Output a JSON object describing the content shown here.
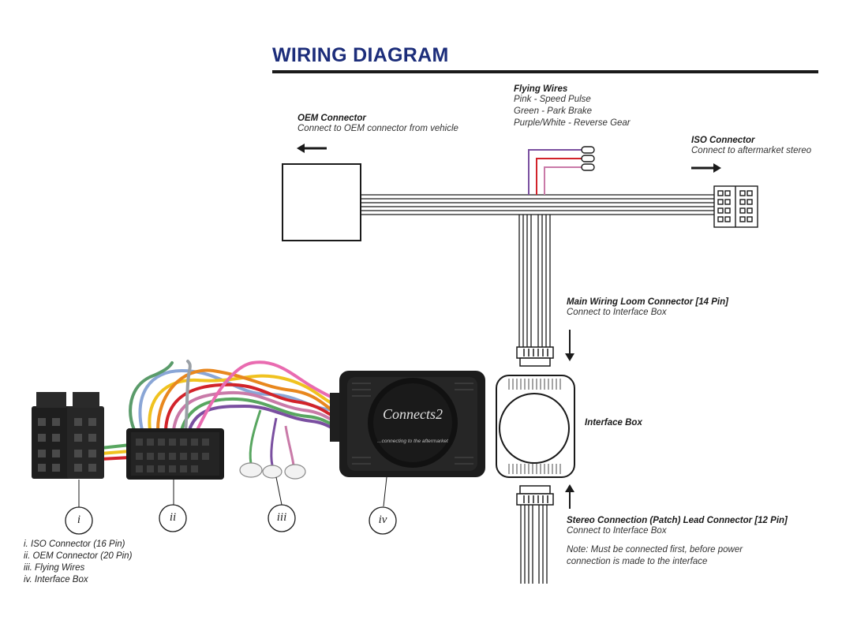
{
  "title": "WIRING DIAGRAM",
  "flying_wires": {
    "heading": "Flying Wires",
    "lines": [
      "Pink - Speed Pulse",
      "Green - Park Brake",
      "Purple/White - Reverse Gear"
    ]
  },
  "oem_connector": {
    "heading": "OEM Connector",
    "desc": "Connect to OEM connector from vehicle"
  },
  "iso_connector": {
    "heading": "ISO Connector",
    "desc": "Connect to aftermarket stereo"
  },
  "main_loom": {
    "heading": "Main Wiring Loom Connector [14 Pin]",
    "desc": "Connect to Interface Box"
  },
  "interface_box": {
    "label": "Interface Box"
  },
  "stereo_lead": {
    "heading": "Stereo Connection (Patch) Lead Connector [12 Pin]",
    "desc": "Connect to Interface Box",
    "note_1": "Note: Must be connected first, before power",
    "note_2": "connection is made to the interface"
  },
  "callouts": [
    "i",
    "ii",
    "iii",
    "iv"
  ],
  "legend": [
    "i. ISO Connector (16 Pin)",
    "ii. OEM Connector (20 Pin)",
    "iii. Flying Wires",
    "iv. Interface Box"
  ],
  "product": {
    "logo": "Connects2",
    "tagline": "...connecting to the aftermarket"
  },
  "colors": {
    "title": "#1c2d7a",
    "wire_purple": "#7a4fa0",
    "wire_red": "#d2232a",
    "wire_pink": "#c97aa8"
  }
}
